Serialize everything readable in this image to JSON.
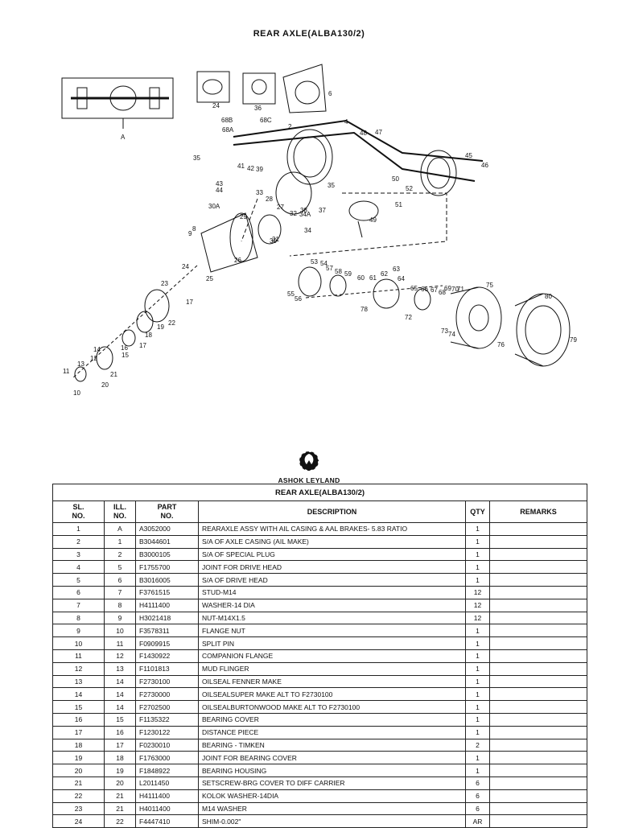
{
  "page": {
    "title": "REAR  AXLE(ALBA130/2)"
  },
  "brand": {
    "name": "ASHOK LEYLAND"
  },
  "diagram": {
    "callouts": [
      "A",
      "24",
      "36",
      "6",
      "68B",
      "68A",
      "68C",
      "2",
      "4",
      "48",
      "47",
      "45",
      "46",
      "35",
      "41",
      "42",
      "39",
      "43",
      "44",
      "33",
      "28",
      "27",
      "30A",
      "29",
      "32",
      "34A",
      "37",
      "38",
      "31",
      "34",
      "30",
      "26",
      "8",
      "9",
      "25",
      "24",
      "23",
      "17",
      "22",
      "19",
      "18",
      "16",
      "17",
      "15",
      "14",
      "12",
      "13",
      "11",
      "10",
      "21",
      "20",
      "50",
      "52",
      "51",
      "49",
      "35",
      "53",
      "54",
      "57",
      "58",
      "59",
      "60",
      "61",
      "62",
      "63",
      "64",
      "65",
      "66",
      "67",
      "68",
      "69",
      "70",
      "71",
      "75",
      "55",
      "56",
      "78",
      "72",
      "73",
      "74",
      "80",
      "76",
      "79"
    ]
  },
  "table": {
    "title": "REAR  AXLE(ALBA130/2)",
    "headers": {
      "sl": [
        "SL.",
        "NO."
      ],
      "ill": [
        "ILL.",
        "NO."
      ],
      "part": [
        "PART",
        "NO."
      ],
      "description": "DESCRIPTION",
      "qty": "QTY",
      "remarks": "REMARKS"
    },
    "rows": [
      {
        "sl": "1",
        "ill": "A",
        "part": "A3052000",
        "desc": "REARAXLE ASSY WITH AIL CASING & AAL BRAKES- 5.83 RATIO",
        "qty": "1",
        "remarks": ""
      },
      {
        "sl": "2",
        "ill": "1",
        "part": "B3044601",
        "desc": "S/A OF AXLE CASING (AIL MAKE)",
        "qty": "1",
        "remarks": ""
      },
      {
        "sl": "3",
        "ill": "2",
        "part": "B3000105",
        "desc": "S/A OF SPECIAL PLUG",
        "qty": "1",
        "remarks": ""
      },
      {
        "sl": "4",
        "ill": "5",
        "part": "F1755700",
        "desc": "JOINT FOR DRIVE HEAD",
        "qty": "1",
        "remarks": ""
      },
      {
        "sl": "5",
        "ill": "6",
        "part": "B3016005",
        "desc": "S/A OF DRIVE HEAD",
        "qty": "1",
        "remarks": ""
      },
      {
        "sl": "6",
        "ill": "7",
        "part": "F3761515",
        "desc": "STUD-M14",
        "qty": "12",
        "remarks": ""
      },
      {
        "sl": "7",
        "ill": "8",
        "part": "H4111400",
        "desc": "WASHER-14 DIA",
        "qty": "12",
        "remarks": ""
      },
      {
        "sl": "8",
        "ill": "9",
        "part": "H3021418",
        "desc": "NUT-M14X1.5",
        "qty": "12",
        "remarks": ""
      },
      {
        "sl": "9",
        "ill": "10",
        "part": "F3578311",
        "desc": "FLANGE NUT",
        "qty": "1",
        "remarks": ""
      },
      {
        "sl": "10",
        "ill": "11",
        "part": "F0909915",
        "desc": "SPLIT PIN",
        "qty": "1",
        "remarks": ""
      },
      {
        "sl": "11",
        "ill": "12",
        "part": "F1430922",
        "desc": "COMPANION  FLANGE",
        "qty": "1",
        "remarks": ""
      },
      {
        "sl": "12",
        "ill": "13",
        "part": "F1101813",
        "desc": "MUD FLINGER",
        "qty": "1",
        "remarks": ""
      },
      {
        "sl": "13",
        "ill": "14",
        "part": "F2730100",
        "desc": "OILSEAL FENNER MAKE",
        "qty": "1",
        "remarks": ""
      },
      {
        "sl": "14",
        "ill": "14",
        "part": "F2730000",
        "desc": "OILSEALSUPER MAKE ALT TO F2730100",
        "qty": "1",
        "remarks": ""
      },
      {
        "sl": "15",
        "ill": "14",
        "part": "F2702500",
        "desc": "OILSEALBURTONWOOD MAKE ALT TO F2730100",
        "qty": "1",
        "remarks": ""
      },
      {
        "sl": "16",
        "ill": "15",
        "part": "F1135322",
        "desc": "BEARING COVER",
        "qty": "1",
        "remarks": ""
      },
      {
        "sl": "17",
        "ill": "16",
        "part": "F1230122",
        "desc": "DISTANCE PIECE",
        "qty": "1",
        "remarks": ""
      },
      {
        "sl": "18",
        "ill": "17",
        "part": "F0230010",
        "desc": "BEARING - TIMKEN",
        "qty": "2",
        "remarks": ""
      },
      {
        "sl": "19",
        "ill": "18",
        "part": "F1763000",
        "desc": "JOINT FOR BEARING COVER",
        "qty": "1",
        "remarks": ""
      },
      {
        "sl": "20",
        "ill": "19",
        "part": "F1848922",
        "desc": "BEARING HOUSING",
        "qty": "1",
        "remarks": ""
      },
      {
        "sl": "21",
        "ill": "20",
        "part": "L2011450",
        "desc": "SETSCREW-BRG COVER TO DIFF CARRIER",
        "qty": "6",
        "remarks": ""
      },
      {
        "sl": "22",
        "ill": "21",
        "part": "H4111400",
        "desc": "KOLOK WASHER-14DIA",
        "qty": "6",
        "remarks": ""
      },
      {
        "sl": "23",
        "ill": "21",
        "part": "H4011400",
        "desc": "M14 WASHER",
        "qty": "6",
        "remarks": ""
      },
      {
        "sl": "24",
        "ill": "22",
        "part": "F4447410",
        "desc": "SHIM-0.002\"",
        "qty": "AR",
        "remarks": ""
      }
    ]
  }
}
